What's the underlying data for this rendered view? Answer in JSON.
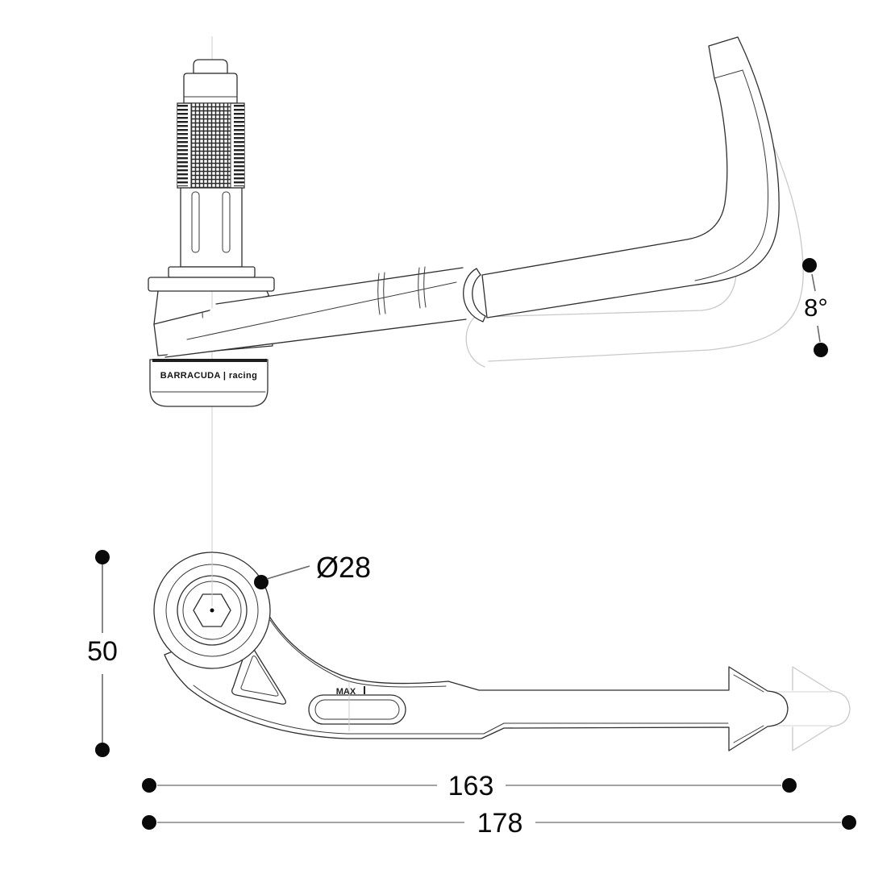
{
  "drawing": {
    "brand_label": "BARRACUDA | racing",
    "max_marking": "MAX",
    "dimensions": {
      "angle": "8°",
      "mount_diameter": "Ø28",
      "height": "50",
      "length_short": "163",
      "length_long": "178"
    },
    "colors": {
      "line": "#2f2f2f",
      "ghost_line": "#c9c9c9",
      "dimension_line": "#a3a3a3",
      "dimension_dot": "#0a0a0a",
      "centerline": "#cccccc",
      "background": "#ffffff",
      "text": "#0a0a0a"
    }
  }
}
